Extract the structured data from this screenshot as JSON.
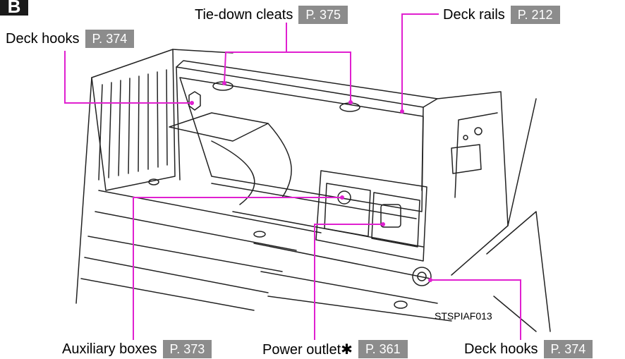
{
  "section_badge": "B",
  "callouts": {
    "tie_down": {
      "label": "Tie-down cleats",
      "page": "P. 375"
    },
    "deck_rails": {
      "label": "Deck rails",
      "page": "P. 212"
    },
    "deck_hooks_top": {
      "label": "Deck hooks",
      "page": "P. 374"
    },
    "aux_boxes": {
      "label": "Auxiliary boxes",
      "page": "P. 373"
    },
    "power_outlet": {
      "label": "Power outlet✱",
      "page": "P. 361"
    },
    "deck_hooks_bottom": {
      "label": "Deck hooks",
      "page": "P. 374"
    }
  },
  "image_code": "STSPIAF013",
  "colors": {
    "leader": "#e020d0",
    "page_ref_bg": "#8c8c8c",
    "badge_bg": "#1a1a1a"
  }
}
